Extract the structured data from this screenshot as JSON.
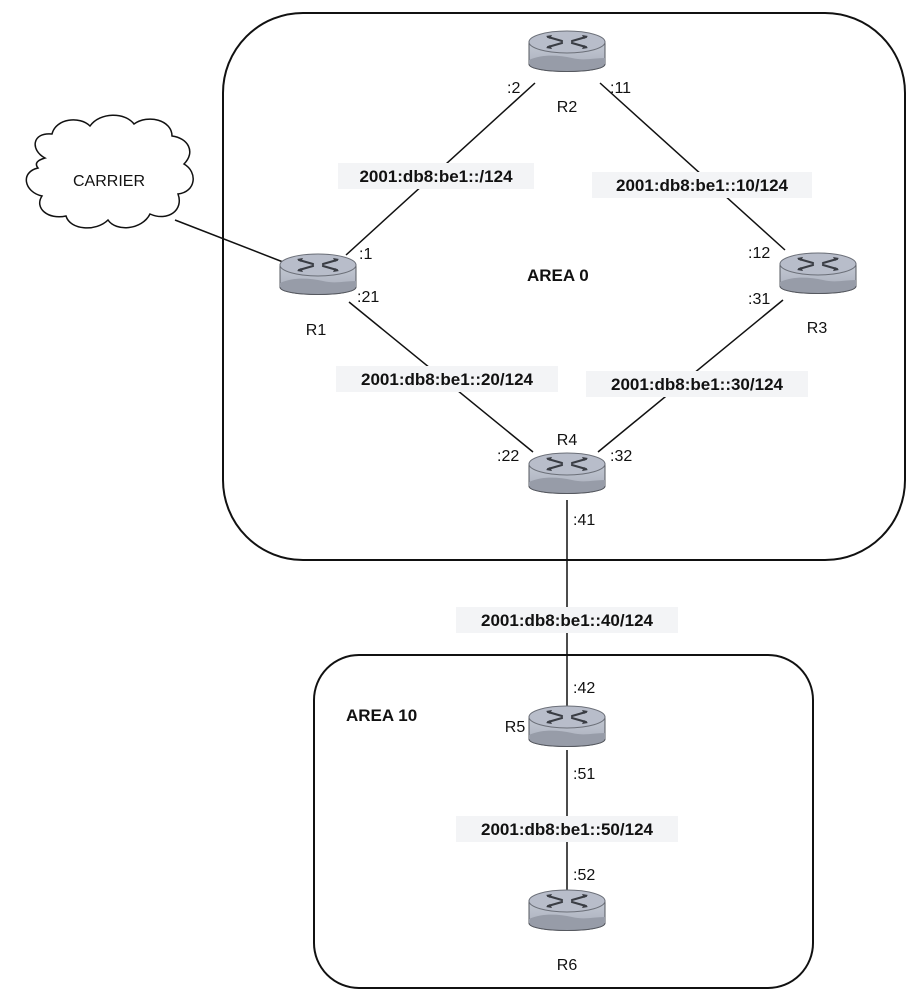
{
  "diagram": {
    "title": "OSPFv3 multi-area topology",
    "areas": [
      {
        "id": "area0",
        "label": "AREA 0"
      },
      {
        "id": "area10",
        "label": "AREA 10"
      }
    ],
    "cloud": {
      "label": "CARRIER"
    },
    "routers": [
      {
        "id": "R1",
        "label": "R1"
      },
      {
        "id": "R2",
        "label": "R2"
      },
      {
        "id": "R3",
        "label": "R3"
      },
      {
        "id": "R4",
        "label": "R4"
      },
      {
        "id": "R5",
        "label": "R5"
      },
      {
        "id": "R6",
        "label": "R6"
      }
    ],
    "links": [
      {
        "from": "R1",
        "to": "R2",
        "subnet": "2001:db8:be1::/124",
        "from_if": ":1",
        "to_if": ":2"
      },
      {
        "from": "R2",
        "to": "R3",
        "subnet": "2001:db8:be1::10/124",
        "from_if": ":11",
        "to_if": ":12"
      },
      {
        "from": "R1",
        "to": "R4",
        "subnet": "2001:db8:be1::20/124",
        "from_if": ":21",
        "to_if": ":22"
      },
      {
        "from": "R3",
        "to": "R4",
        "subnet": "2001:db8:be1::30/124",
        "from_if": ":31",
        "to_if": ":32"
      },
      {
        "from": "R4",
        "to": "R5",
        "subnet": "2001:db8:be1::40/124",
        "from_if": ":41",
        "to_if": ":42"
      },
      {
        "from": "R5",
        "to": "R6",
        "subnet": "2001:db8:be1::50/124",
        "from_if": ":51",
        "to_if": ":52"
      },
      {
        "from": "CARRIER",
        "to": "R1",
        "subnet": "",
        "from_if": "",
        "to_if": ""
      }
    ],
    "colors": {
      "stroke": "#111111",
      "router_top": "#b9bfcc",
      "router_side": "#a3a9b6",
      "router_shadow": "#8b909c",
      "subnet_bg": "#f3f4f6"
    }
  }
}
